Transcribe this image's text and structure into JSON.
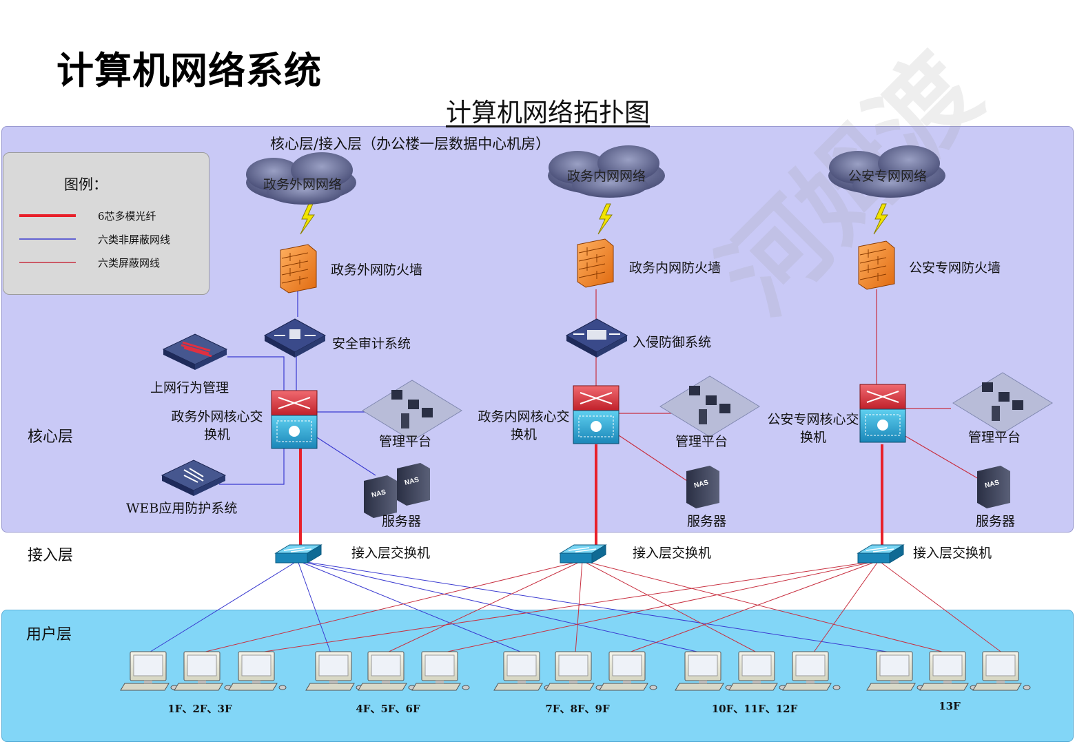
{
  "page_title": "计算机网络系统",
  "diagram_title": "计算机网络拓扑图",
  "core_section_title": "核心层/接入层（办公楼一层数据中心机房）",
  "layers": {
    "core": "核心层",
    "access": "接入层",
    "user": "用户层"
  },
  "legend": {
    "title": "图例：",
    "items": [
      {
        "label": "6芯多模光纤",
        "color": "#e8202a"
      },
      {
        "label": "六类非屏蔽网线",
        "color": "#3a3ad0"
      },
      {
        "label": "六类屏蔽网线",
        "color": "#c83040"
      }
    ]
  },
  "networks": [
    {
      "cloud": "政务外网网络",
      "firewall": "政务外网防火墙",
      "security": "安全审计系统",
      "core_switch": "政务外网核心交换机",
      "mgmt": "管理平台",
      "server": "服务器",
      "access_switch": "接入层交换机"
    },
    {
      "cloud": "政务内网网络",
      "firewall": "政务内网防火墙",
      "security": "入侵防御系统",
      "core_switch": "政务内网核心交换机",
      "mgmt": "管理平台",
      "server": "服务器",
      "access_switch": "接入层交换机"
    },
    {
      "cloud": "公安专网网络",
      "firewall": "公安专网防火墙",
      "core_switch": "公安专网核心交换机",
      "mgmt": "管理平台",
      "server": "服务器",
      "access_switch": "接入层交换机"
    }
  ],
  "extra_devices": {
    "behavior_mgmt": "上网行为管理",
    "waf": "WEB应用防护系统"
  },
  "nas_label": "NAS",
  "floor_groups": [
    "1F、2F、3F",
    "4F、5F、6F",
    "7F、8F、9F",
    "10F、11F、12F",
    "13F"
  ],
  "colors": {
    "fiber": "#e8202a",
    "utp": "#3a3ad0",
    "stp": "#c83040",
    "core_bg": "#c9c9f6",
    "user_bg": "#82d6f7"
  }
}
